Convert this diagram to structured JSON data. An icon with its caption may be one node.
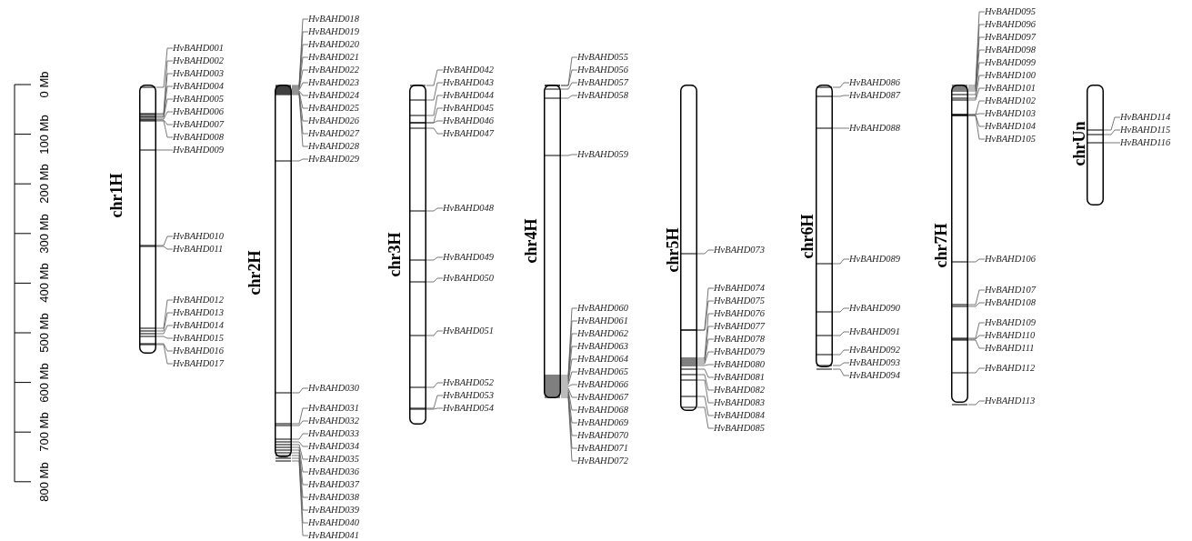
{
  "diagram": {
    "nodes": [
      {
        "text": [
          "chr1H"
        ]
      },
      {
        "text": [
          "chr2H"
        ]
      },
      {
        "text": [
          "chr3H"
        ]
      },
      {
        "text": [
          "chr4H"
        ]
      },
      {
        "text": [
          "chr5H"
        ]
      },
      {
        "text": [
          "chr6H"
        ]
      },
      {
        "text": [
          "chr7H"
        ]
      },
      {
        "text": [
          "chrUn"
        ]
      },
      {
        "text": [
          "HvBAHD001"
        ]
      },
      {
        "text": [
          "HvBAHD002"
        ]
      },
      {
        "text": [
          "HvBAHD003"
        ]
      },
      {
        "text": [
          "HvBAHD004"
        ]
      },
      {
        "text": [
          "HvBAHD005"
        ]
      },
      {
        "text": [
          "HvBAHD006"
        ]
      },
      {
        "text": [
          "HvBAHD007"
        ]
      },
      {
        "text": [
          "HvBAHD008"
        ]
      },
      {
        "text": [
          "HvBAHD009"
        ]
      },
      {
        "text": [
          "HvBAHD010"
        ]
      },
      {
        "text": [
          "HvBAHD011"
        ]
      },
      {
        "text": [
          "HvBAHD012"
        ]
      },
      {
        "text": [
          "HvBAHD013"
        ]
      },
      {
        "text": [
          "HvBAHD014"
        ]
      },
      {
        "text": [
          "HvBAHD015"
        ]
      },
      {
        "text": [
          "HvBAHD016"
        ]
      },
      {
        "text": [
          "HvBAHD017"
        ]
      },
      {
        "text": [
          "HvBAHD018"
        ]
      },
      {
        "text": [
          "HvBAHD019"
        ]
      },
      {
        "text": [
          "HvBAHD020"
        ]
      },
      {
        "text": [
          "HvBAHD021"
        ]
      },
      {
        "text": [
          "HvBAHD022"
        ]
      },
      {
        "text": [
          "HvBAHD023"
        ]
      },
      {
        "text": [
          "HvBAHD024"
        ]
      },
      {
        "text": [
          "HvBAHD025"
        ]
      },
      {
        "text": [
          "HvBAHD026"
        ]
      },
      {
        "text": [
          "HvBAHD027"
        ]
      },
      {
        "text": [
          "HvBAHD028"
        ]
      },
      {
        "text": [
          "HvBAHD029"
        ]
      },
      {
        "text": [
          "HvBAHD030"
        ]
      },
      {
        "text": [
          "HvBAHD031"
        ]
      },
      {
        "text": [
          "HvBAHD032"
        ]
      },
      {
        "text": [
          "HvBAHD033"
        ]
      },
      {
        "text": [
          "HvBAHD034"
        ]
      },
      {
        "text": [
          "HvBAHD035"
        ]
      },
      {
        "text": [
          "HvBAHD036"
        ]
      },
      {
        "text": [
          "HvBAHD037"
        ]
      },
      {
        "text": [
          "HvBAHD038"
        ]
      },
      {
        "text": [
          "HvBAHD039"
        ]
      },
      {
        "text": [
          "HvBAHD040"
        ]
      },
      {
        "text": [
          "HvBAHD041"
        ]
      },
      {
        "text": [
          "HvBAHD042"
        ]
      },
      {
        "text": [
          "HvBAHD043"
        ]
      },
      {
        "text": [
          "HvBAHD044"
        ]
      },
      {
        "text": [
          "HvBAHD045"
        ]
      },
      {
        "text": [
          "HvBAHD046"
        ]
      },
      {
        "text": [
          "HvBAHD047"
        ]
      },
      {
        "text": [
          "HvBAHD048"
        ]
      },
      {
        "text": [
          "HvBAHD049"
        ]
      },
      {
        "text": [
          "HvBAHD050"
        ]
      },
      {
        "text": [
          "HvBAHD051"
        ]
      },
      {
        "text": [
          "HvBAHD052"
        ]
      },
      {
        "text": [
          "HvBAHD053"
        ]
      },
      {
        "text": [
          "HvBAHD054"
        ]
      },
      {
        "text": [
          "HvBAHD055"
        ]
      },
      {
        "text": [
          "HvBAHD056"
        ]
      },
      {
        "text": [
          "HvBAHD057"
        ]
      },
      {
        "text": [
          "HvBAHD058"
        ]
      },
      {
        "text": [
          "HvBAHD059"
        ]
      },
      {
        "text": [
          "HvBAHD060"
        ]
      },
      {
        "text": [
          "HvBAHD061"
        ]
      },
      {
        "text": [
          "HvBAHD062"
        ]
      },
      {
        "text": [
          "HvBAHD063"
        ]
      },
      {
        "text": [
          "HvBAHD064"
        ]
      },
      {
        "text": [
          "HvBAHD065"
        ]
      },
      {
        "text": [
          "HvBAHD066"
        ]
      },
      {
        "text": [
          "HvBAHD067"
        ]
      },
      {
        "text": [
          "HvBAHD068"
        ]
      },
      {
        "text": [
          "HvBAHD069"
        ]
      },
      {
        "text": [
          "HvBAHD070"
        ]
      },
      {
        "text": [
          "HvBAHD071"
        ]
      },
      {
        "text": [
          "HvBAHD072"
        ]
      },
      {
        "text": [
          "HvBAHD073"
        ]
      },
      {
        "text": [
          "HvBAHD074"
        ]
      },
      {
        "text": [
          "HvBAHD075"
        ]
      },
      {
        "text": [
          "HvBAHD076"
        ]
      },
      {
        "text": [
          "HvBAHD077"
        ]
      },
      {
        "text": [
          "HvBAHD078"
        ]
      },
      {
        "text": [
          "HvBAHD079"
        ]
      },
      {
        "text": [
          "HvBAHD080"
        ]
      },
      {
        "text": [
          "HvBAHD081"
        ]
      },
      {
        "text": [
          "HvBAHD082"
        ]
      },
      {
        "text": [
          "HvBAHD083"
        ]
      },
      {
        "text": [
          "HvBAHD084"
        ]
      },
      {
        "text": [
          "HvBAHD085"
        ]
      },
      {
        "text": [
          "HvBAHD086"
        ]
      },
      {
        "text": [
          "HvBAHD087"
        ]
      },
      {
        "text": [
          "HvBAHD088"
        ]
      },
      {
        "text": [
          "HvBAHD089"
        ]
      },
      {
        "text": [
          "HvBAHD090"
        ]
      },
      {
        "text": [
          "HvBAHD091"
        ]
      },
      {
        "text": [
          "HvBAHD092"
        ]
      },
      {
        "text": [
          "HvBAHD093"
        ]
      },
      {
        "text": [
          "HvBAHD094"
        ]
      },
      {
        "text": [
          "HvBAHD095"
        ]
      },
      {
        "text": [
          "HvBAHD096"
        ]
      },
      {
        "text": [
          "HvBAHD097"
        ]
      },
      {
        "text": [
          "HvBAHD098"
        ]
      },
      {
        "text": [
          "HvBAHD099"
        ]
      },
      {
        "text": [
          "HvBAHD100"
        ]
      },
      {
        "text": [
          "HvBAHD101"
        ]
      },
      {
        "text": [
          "HvBAHD102"
        ]
      },
      {
        "text": [
          "HvBAHD103"
        ]
      },
      {
        "text": [
          "HvBAHD104"
        ]
      },
      {
        "text": [
          "HvBAHD105"
        ]
      },
      {
        "text": [
          "HvBAHD106"
        ]
      },
      {
        "text": [
          "HvBAHD107"
        ]
      },
      {
        "text": [
          "HvBAHD108"
        ]
      },
      {
        "text": [
          "HvBAHD109"
        ]
      },
      {
        "text": [
          "HvBAHD110"
        ]
      },
      {
        "text": [
          "HvBAHD111"
        ]
      },
      {
        "text": [
          "HvBAHD112"
        ]
      },
      {
        "text": [
          "HvBAHD113"
        ]
      },
      {
        "text": [
          "HvBAHD114"
        ]
      },
      {
        "text": [
          "HvBAHD115"
        ]
      },
      {
        "text": [
          "HvBAHD116"
        ]
      }
    ],
    "edges": [
      {
        "from": 8,
        "to": 0,
        "arrow": "none"
      },
      {
        "from": 9,
        "to": 0,
        "arrow": "none"
      },
      {
        "from": 10,
        "to": 0,
        "arrow": "none"
      },
      {
        "from": 11,
        "to": 0,
        "arrow": "none"
      },
      {
        "from": 12,
        "to": 0,
        "arrow": "none"
      },
      {
        "from": 13,
        "to": 0,
        "arrow": "none"
      },
      {
        "from": 14,
        "to": 0,
        "arrow": "none"
      },
      {
        "from": 15,
        "to": 0,
        "arrow": "none"
      },
      {
        "from": 16,
        "to": 0,
        "arrow": "none"
      },
      {
        "from": 17,
        "to": 0,
        "arrow": "none"
      },
      {
        "from": 18,
        "to": 0,
        "arrow": "none"
      },
      {
        "from": 19,
        "to": 0,
        "arrow": "none"
      },
      {
        "from": 20,
        "to": 0,
        "arrow": "none"
      },
      {
        "from": 21,
        "to": 0,
        "arrow": "none"
      },
      {
        "from": 22,
        "to": 0,
        "arrow": "none"
      },
      {
        "from": 23,
        "to": 0,
        "arrow": "none"
      },
      {
        "from": 24,
        "to": 0,
        "arrow": "none"
      },
      {
        "from": 25,
        "to": 1,
        "arrow": "none"
      },
      {
        "from": 26,
        "to": 1,
        "arrow": "none"
      },
      {
        "from": 27,
        "to": 1,
        "arrow": "none"
      },
      {
        "from": 28,
        "to": 1,
        "arrow": "none"
      },
      {
        "from": 29,
        "to": 1,
        "arrow": "none"
      },
      {
        "from": 30,
        "to": 1,
        "arrow": "none"
      },
      {
        "from": 31,
        "to": 1,
        "arrow": "none"
      },
      {
        "from": 32,
        "to": 1,
        "arrow": "none"
      },
      {
        "from": 33,
        "to": 1,
        "arrow": "none"
      },
      {
        "from": 34,
        "to": 1,
        "arrow": "none"
      },
      {
        "from": 35,
        "to": 1,
        "arrow": "none"
      },
      {
        "from": 36,
        "to": 1,
        "arrow": "none"
      },
      {
        "from": 37,
        "to": 1,
        "arrow": "none"
      },
      {
        "from": 38,
        "to": 1,
        "arrow": "none"
      },
      {
        "from": 39,
        "to": 1,
        "arrow": "none"
      },
      {
        "from": 40,
        "to": 1,
        "arrow": "none"
      },
      {
        "from": 41,
        "to": 1,
        "arrow": "none"
      },
      {
        "from": 42,
        "to": 1,
        "arrow": "none"
      },
      {
        "from": 43,
        "to": 1,
        "arrow": "none"
      },
      {
        "from": 44,
        "to": 1,
        "arrow": "none"
      },
      {
        "from": 45,
        "to": 1,
        "arrow": "none"
      },
      {
        "from": 46,
        "to": 1,
        "arrow": "none"
      },
      {
        "from": 47,
        "to": 1,
        "arrow": "none"
      },
      {
        "from": 48,
        "to": 1,
        "arrow": "none"
      },
      {
        "from": 49,
        "to": 2,
        "arrow": "none"
      },
      {
        "from": 50,
        "to": 2,
        "arrow": "none"
      },
      {
        "from": 51,
        "to": 2,
        "arrow": "none"
      },
      {
        "from": 52,
        "to": 2,
        "arrow": "none"
      },
      {
        "from": 53,
        "to": 2,
        "arrow": "none"
      },
      {
        "from": 54,
        "to": 2,
        "arrow": "none"
      },
      {
        "from": 55,
        "to": 2,
        "arrow": "none"
      },
      {
        "from": 56,
        "to": 2,
        "arrow": "none"
      },
      {
        "from": 57,
        "to": 2,
        "arrow": "none"
      },
      {
        "from": 58,
        "to": 2,
        "arrow": "none"
      },
      {
        "from": 59,
        "to": 2,
        "arrow": "none"
      },
      {
        "from": 60,
        "to": 2,
        "arrow": "none"
      },
      {
        "from": 61,
        "to": 2,
        "arrow": "none"
      },
      {
        "from": 62,
        "to": 3,
        "arrow": "none"
      },
      {
        "from": 63,
        "to": 3,
        "arrow": "none"
      },
      {
        "from": 64,
        "to": 3,
        "arrow": "none"
      },
      {
        "from": 65,
        "to": 3,
        "arrow": "none"
      },
      {
        "from": 66,
        "to": 3,
        "arrow": "none"
      },
      {
        "from": 67,
        "to": 3,
        "arrow": "none"
      },
      {
        "from": 68,
        "to": 3,
        "arrow": "none"
      },
      {
        "from": 69,
        "to": 3,
        "arrow": "none"
      },
      {
        "from": 70,
        "to": 3,
        "arrow": "none"
      },
      {
        "from": 71,
        "to": 3,
        "arrow": "none"
      },
      {
        "from": 72,
        "to": 3,
        "arrow": "none"
      },
      {
        "from": 73,
        "to": 3,
        "arrow": "none"
      },
      {
        "from": 74,
        "to": 3,
        "arrow": "none"
      },
      {
        "from": 75,
        "to": 3,
        "arrow": "none"
      },
      {
        "from": 76,
        "to": 3,
        "arrow": "none"
      },
      {
        "from": 77,
        "to": 3,
        "arrow": "none"
      },
      {
        "from": 78,
        "to": 3,
        "arrow": "none"
      },
      {
        "from": 79,
        "to": 3,
        "arrow": "none"
      },
      {
        "from": 80,
        "to": 4,
        "arrow": "none"
      },
      {
        "from": 81,
        "to": 4,
        "arrow": "none"
      },
      {
        "from": 82,
        "to": 4,
        "arrow": "none"
      },
      {
        "from": 83,
        "to": 4,
        "arrow": "none"
      },
      {
        "from": 84,
        "to": 4,
        "arrow": "none"
      },
      {
        "from": 85,
        "to": 4,
        "arrow": "none"
      },
      {
        "from": 86,
        "to": 4,
        "arrow": "none"
      },
      {
        "from": 87,
        "to": 4,
        "arrow": "none"
      },
      {
        "from": 88,
        "to": 4,
        "arrow": "none"
      },
      {
        "from": 89,
        "to": 4,
        "arrow": "none"
      },
      {
        "from": 90,
        "to": 4,
        "arrow": "none"
      },
      {
        "from": 91,
        "to": 4,
        "arrow": "none"
      },
      {
        "from": 92,
        "to": 4,
        "arrow": "none"
      },
      {
        "from": 93,
        "to": 5,
        "arrow": "none"
      },
      {
        "from": 94,
        "to": 5,
        "arrow": "none"
      },
      {
        "from": 95,
        "to": 5,
        "arrow": "none"
      },
      {
        "from": 96,
        "to": 5,
        "arrow": "none"
      },
      {
        "from": 97,
        "to": 5,
        "arrow": "none"
      },
      {
        "from": 98,
        "to": 5,
        "arrow": "none"
      },
      {
        "from": 99,
        "to": 5,
        "arrow": "none"
      },
      {
        "from": 100,
        "to": 5,
        "arrow": "none"
      },
      {
        "from": 101,
        "to": 5,
        "arrow": "none"
      },
      {
        "from": 102,
        "to": 6,
        "arrow": "none"
      },
      {
        "from": 103,
        "to": 6,
        "arrow": "none"
      },
      {
        "from": 104,
        "to": 6,
        "arrow": "none"
      },
      {
        "from": 105,
        "to": 6,
        "arrow": "none"
      },
      {
        "from": 106,
        "to": 6,
        "arrow": "none"
      },
      {
        "from": 107,
        "to": 6,
        "arrow": "none"
      },
      {
        "from": 108,
        "to": 6,
        "arrow": "none"
      },
      {
        "from": 109,
        "to": 6,
        "arrow": "none"
      },
      {
        "from": 110,
        "to": 6,
        "arrow": "none"
      },
      {
        "from": 111,
        "to": 6,
        "arrow": "none"
      },
      {
        "from": 112,
        "to": 6,
        "arrow": "none"
      },
      {
        "from": 113,
        "to": 6,
        "arrow": "none"
      },
      {
        "from": 114,
        "to": 6,
        "arrow": "none"
      },
      {
        "from": 115,
        "to": 6,
        "arrow": "none"
      },
      {
        "from": 116,
        "to": 6,
        "arrow": "none"
      },
      {
        "from": 117,
        "to": 6,
        "arrow": "none"
      },
      {
        "from": 118,
        "to": 6,
        "arrow": "none"
      },
      {
        "from": 119,
        "to": 6,
        "arrow": "none"
      },
      {
        "from": 120,
        "to": 6,
        "arrow": "none"
      },
      {
        "from": 121,
        "to": 7,
        "arrow": "none"
      },
      {
        "from": 122,
        "to": 7,
        "arrow": "none"
      },
      {
        "from": 123,
        "to": 7,
        "arrow": "none"
      }
    ],
    "labels": [
      "0 Mb",
      "100 Mb",
      "200 Mb",
      "300 Mb",
      "400 Mb",
      "500 Mb",
      "600 Mb",
      "700 Mb",
      "800 Mb"
    ]
  }
}
